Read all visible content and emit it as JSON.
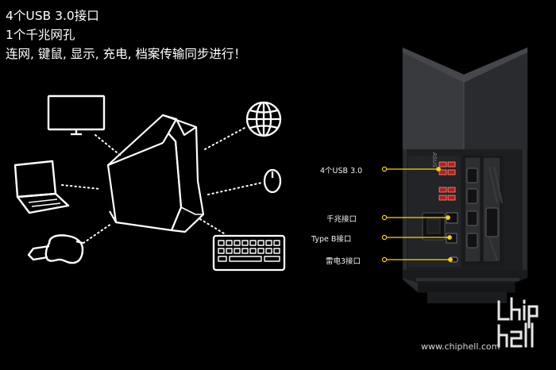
{
  "headline": {
    "line1": "4个USB 3.0接口",
    "line2": "1个千兆网孔",
    "line3": "连网, 键鼠, 显示, 充电, 档案传输同步进行！"
  },
  "port_labels": {
    "usb": "4个USB 3.0",
    "ethernet": "千兆接口",
    "type_b": "Type B接口",
    "thunderbolt": "雷电3接口"
  },
  "dock_brand": "ASUS",
  "watermark": {
    "logo": "chip hell",
    "url": "www.chiphell.com"
  },
  "colors": {
    "background": "#000000",
    "accent": "#ffd400",
    "line_art": "#ffffff"
  },
  "icons": [
    "monitor-icon",
    "laptop-icon",
    "vr-headset-icon",
    "globe-icon",
    "mouse-icon",
    "keyboard-icon",
    "dock-outline-icon"
  ]
}
